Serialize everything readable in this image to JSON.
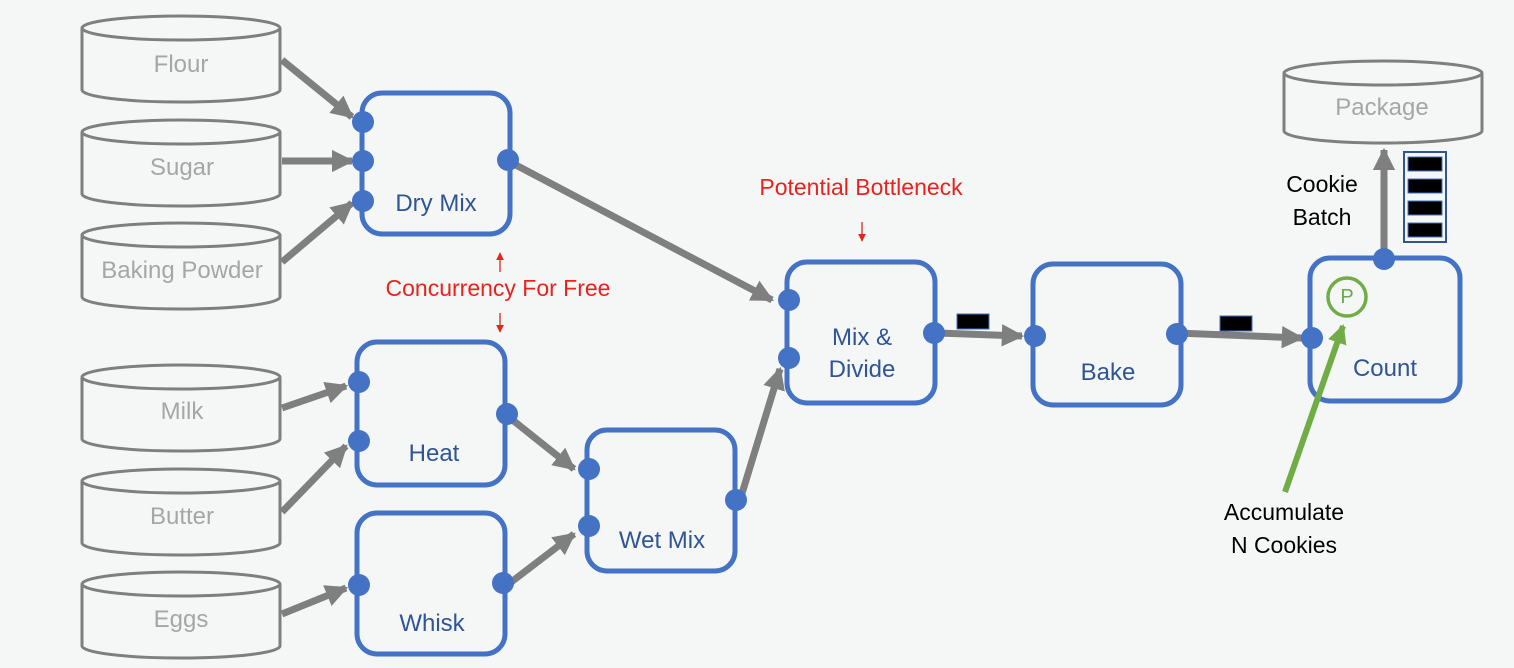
{
  "sources": {
    "flour": "Flour",
    "sugar": "Sugar",
    "baking_powder": "Baking Powder",
    "milk": "Milk",
    "butter": "Butter",
    "eggs": "Eggs",
    "package": "Package"
  },
  "nodes": {
    "dry_mix": "Dry Mix",
    "heat": "Heat",
    "whisk": "Whisk",
    "wet_mix": "Wet Mix",
    "mix_divide_line1": "Mix &",
    "mix_divide_line2": "Divide",
    "bake": "Bake",
    "count": "Count",
    "count_port": "P"
  },
  "annotations": {
    "concurrency": "Concurrency For Free",
    "bottleneck": "Potential Bottleneck",
    "cookie_batch_line1": "Cookie",
    "cookie_batch_line2": "Batch",
    "accumulate_line1": "Accumulate",
    "accumulate_line2": "N Cookies"
  },
  "colors": {
    "background": "#f5f6f6",
    "node_border": "#4472c4",
    "node_text": "#2f5597",
    "port": "#4472c4",
    "edge": "#7f7f7f",
    "source_stroke": "#7f7f7f",
    "source_text": "#a6a6a6",
    "annotation_red": "#e8231f",
    "accumulate_green": "#70ad47",
    "token": "#000000"
  }
}
